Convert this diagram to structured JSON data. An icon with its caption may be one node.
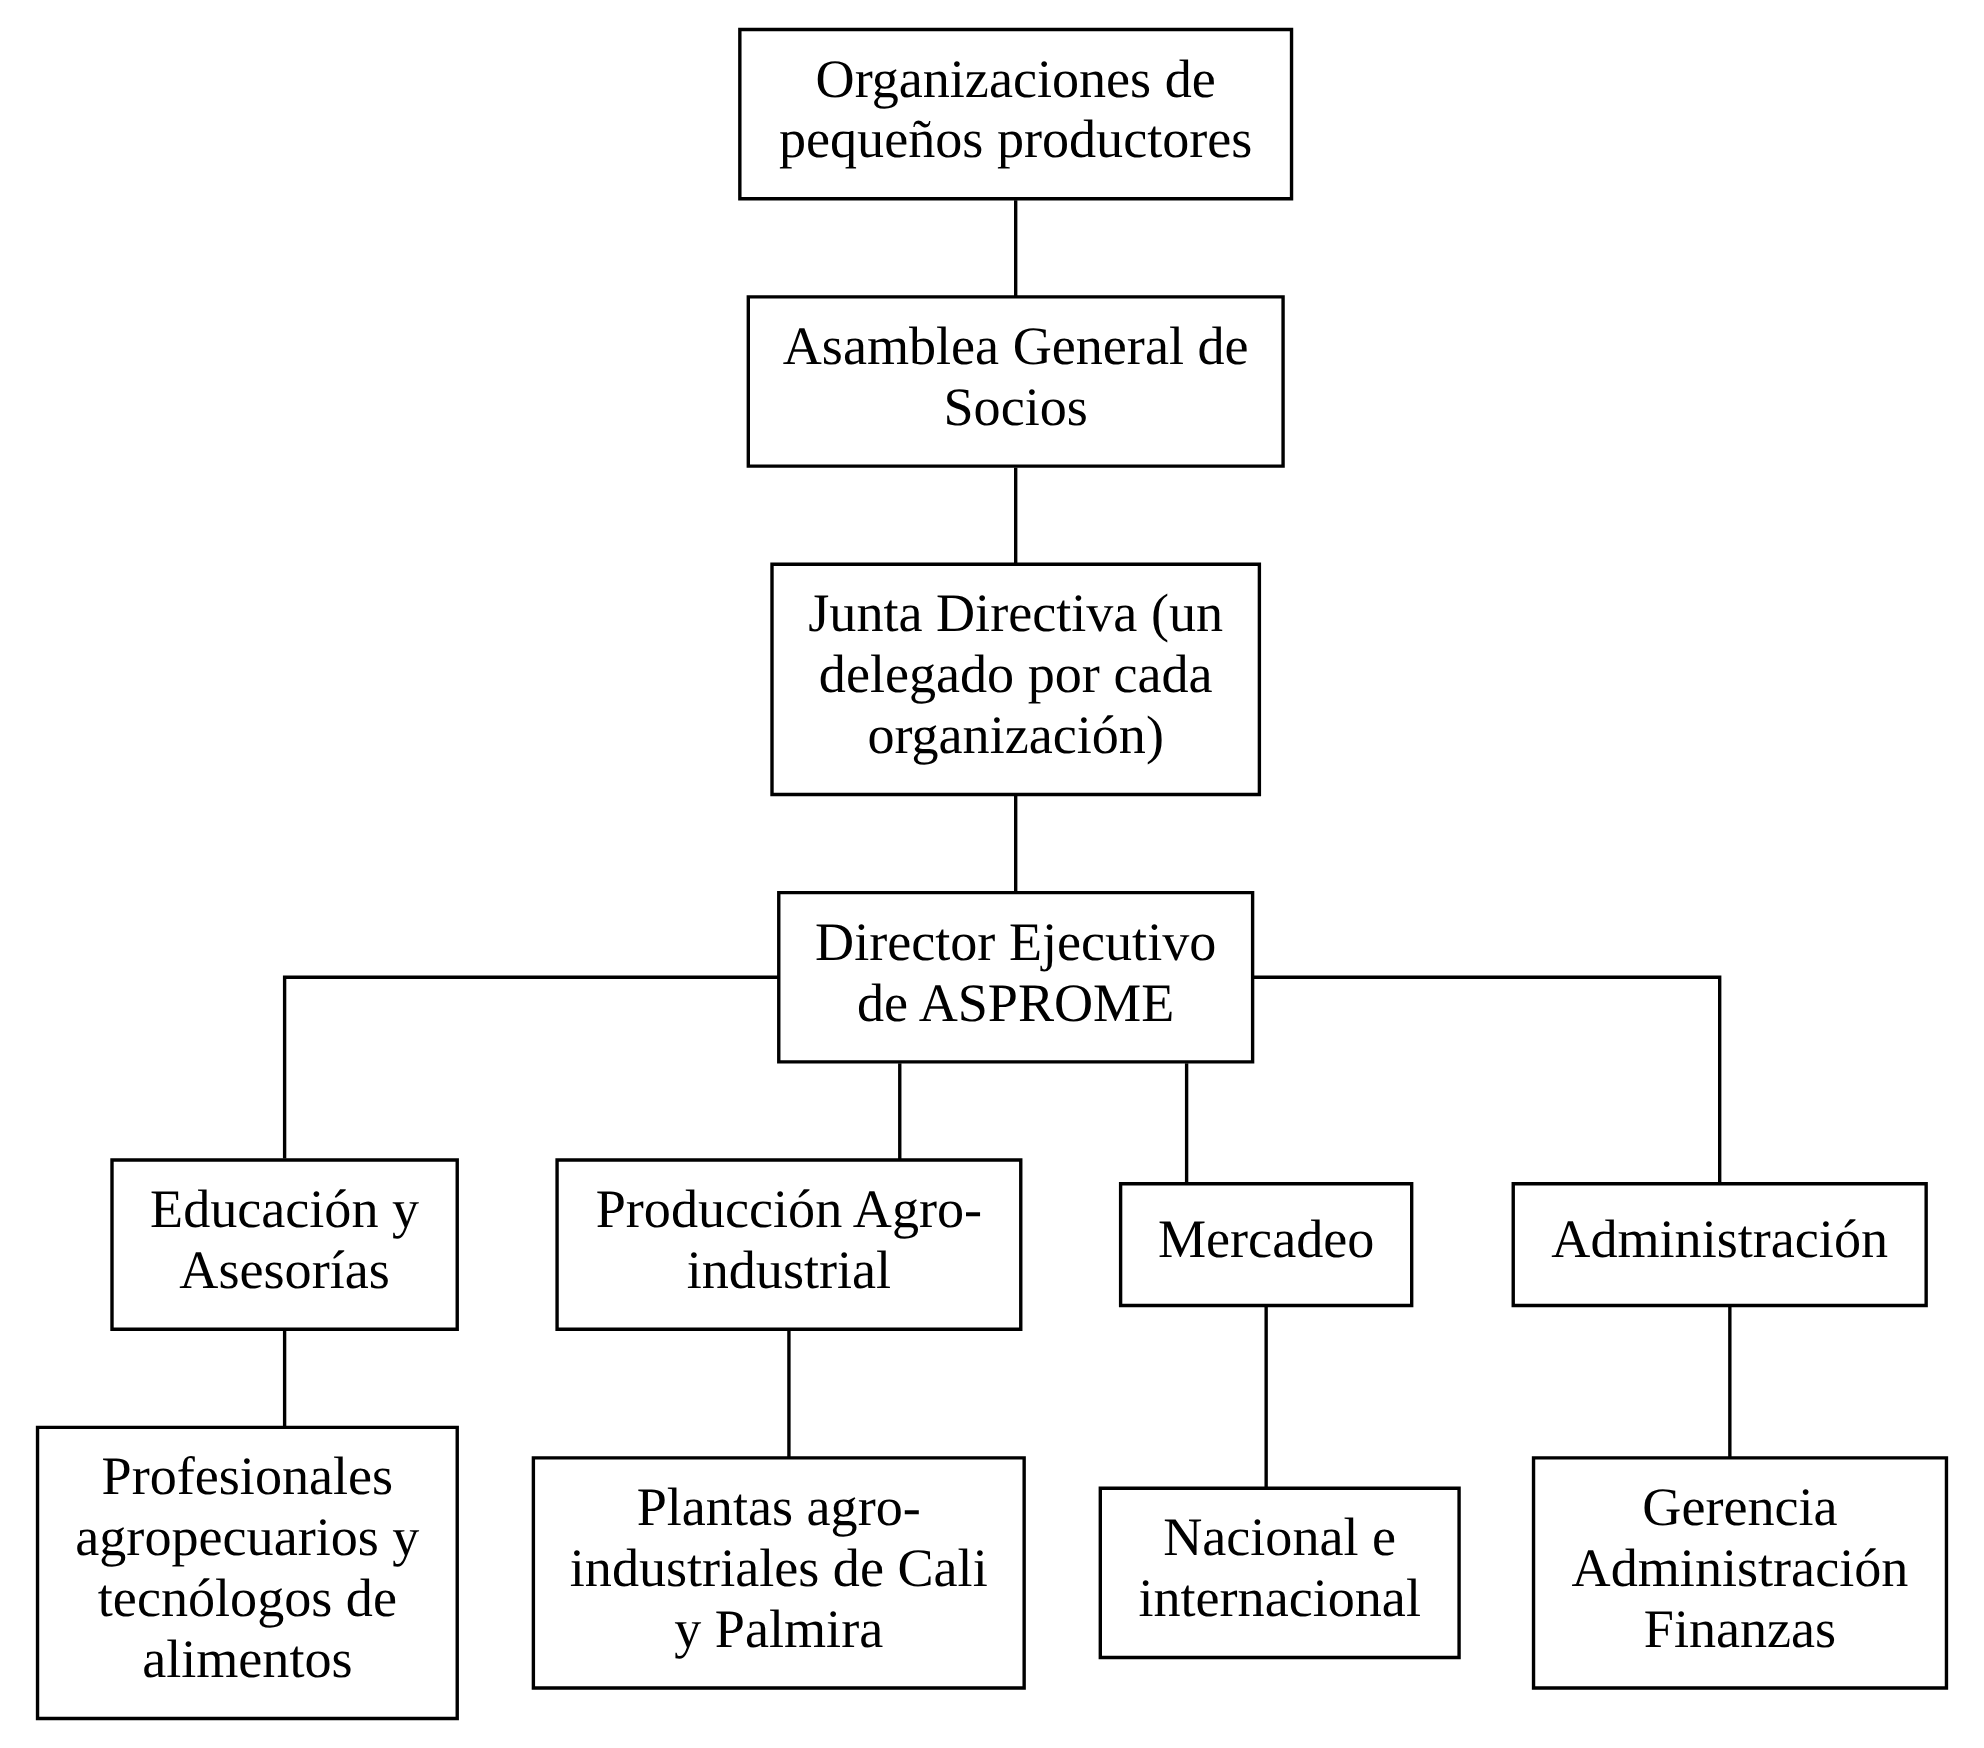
{
  "diagram": {
    "nodes": [
      {
        "text": [
          "Organizaciones de pequeños productores"
        ]
      },
      {
        "text": [
          "Asamblea General de Socios"
        ]
      },
      {
        "text": [
          "Junta Directiva (un delegado por cada organización)"
        ]
      },
      {
        "text": [
          "Director Ejecutivo de ASPROME"
        ]
      },
      {
        "text": [
          "Educación y Asesorías"
        ]
      },
      {
        "text": [
          "Producción Agro-industrial"
        ]
      },
      {
        "text": [
          "Mercadeo"
        ]
      },
      {
        "text": [
          "Administración"
        ]
      },
      {
        "text": [
          "Profesionales agropecuarios y tecnólogos de alimentos"
        ]
      },
      {
        "text": [
          "Plantas agro-industriales de Cali y Palmira"
        ]
      },
      {
        "text": [
          "Nacional e internacional"
        ]
      },
      {
        "text": [
          "Gerencia Administración Finanzas"
        ]
      }
    ],
    "edges": [
      {
        "from": 0,
        "to": 1,
        "arrow": "none"
      },
      {
        "from": 1,
        "to": 2,
        "arrow": "none"
      },
      {
        "from": 2,
        "to": 3,
        "arrow": "none"
      },
      {
        "from": 3,
        "to": 4,
        "arrow": "none"
      },
      {
        "from": 3,
        "to": 5,
        "arrow": "none"
      },
      {
        "from": 3,
        "to": 6,
        "arrow": "none"
      },
      {
        "from": 3,
        "to": 7,
        "arrow": "none"
      },
      {
        "from": 4,
        "to": 8,
        "arrow": "none"
      },
      {
        "from": 5,
        "to": 9,
        "arrow": "none"
      },
      {
        "from": 6,
        "to": 10,
        "arrow": "none"
      },
      {
        "from": 7,
        "to": 11,
        "arrow": "none"
      }
    ]
  }
}
